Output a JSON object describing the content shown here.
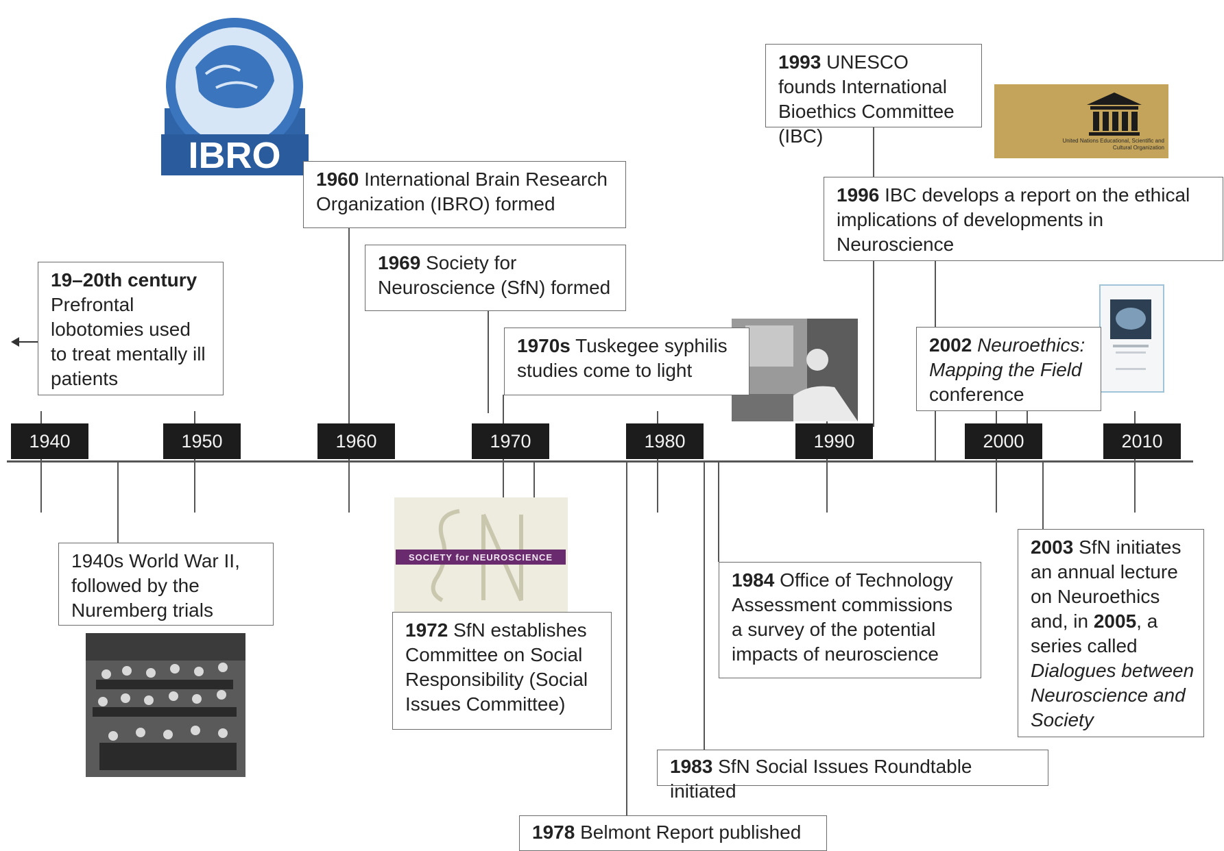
{
  "logos": {
    "ibro": "IBRO",
    "unesco": "United Nations Educational, Scientific and Cultural Organization",
    "sfn": "SOCIETY for NEUROSCIENCE"
  },
  "years": [
    "1940",
    "1950",
    "1960",
    "1970",
    "1980",
    "1990",
    "2000",
    "2010"
  ],
  "events": {
    "e1": {
      "bold": "19–20th century",
      "text": "Prefrontal lobotomies used to treat mentally ill patients"
    },
    "e2": {
      "text": "1940s World War II, followed by the Nuremberg trials"
    },
    "e3": {
      "bold": "1960",
      "text": " International Brain Research Organization (IBRO) formed"
    },
    "e4": {
      "bold": "1969",
      "text": " Society for Neuroscience (SfN) formed"
    },
    "e5": {
      "bold": "1970s",
      "text": " Tuskegee syphilis studies come to light"
    },
    "e6": {
      "bold": "1972",
      "text": " SfN establishes Committee on Social Responsibility (Social Issues Committee)"
    },
    "e7": {
      "bold": "1978",
      "text": " Belmont Report published"
    },
    "e8": {
      "bold": "1983",
      "text": " SfN Social Issues Roundtable initiated"
    },
    "e9": {
      "bold": "1984",
      "text": " Office of Technology Assessment commissions a survey of the potential impacts of neuroscience"
    },
    "e10": {
      "bold": "1993",
      "text": " UNESCO founds International Bioethics Committee (IBC)"
    },
    "e11": {
      "bold": "1996",
      "text": " IBC develops a report on the ethical implications of developments in Neuroscience"
    },
    "e12": {
      "bold": "2002",
      "italic": "Neuroethics: Mapping the Field",
      "text": " conference"
    },
    "e13": {
      "bold": "2003",
      "text": " SfN initiates an annual lecture on Neuroethics and, in ",
      "bold2": "2005",
      "text2": ", a series called ",
      "italic": "Dialogues between Neuroscience and Society"
    }
  }
}
